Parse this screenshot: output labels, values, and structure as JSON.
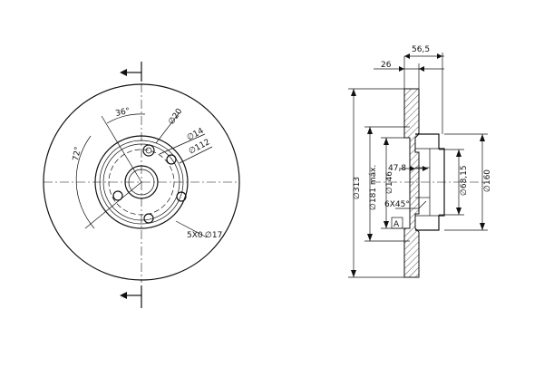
{
  "front_view": {
    "angle_small": "36°",
    "angle_large": "72°",
    "dia_stud_hole": "∅20",
    "dia_bolt_hole": "∅14",
    "dia_pcd": "∅112",
    "count_holes": "5X0",
    "dia_count": "∅17"
  },
  "side_view": {
    "offset_top": "56,5",
    "thickness": "26",
    "dia_outer": "∅313",
    "dia_inner_max": "∅181 máx.",
    "dia_hub": "∅146",
    "height_hat": "47,8",
    "chamfer": "6X45°",
    "datum": "A",
    "dia_center_bore": "∅68,15",
    "dia_hat": "∅160"
  },
  "colors": {
    "line": "#111111",
    "background": "#ffffff"
  }
}
